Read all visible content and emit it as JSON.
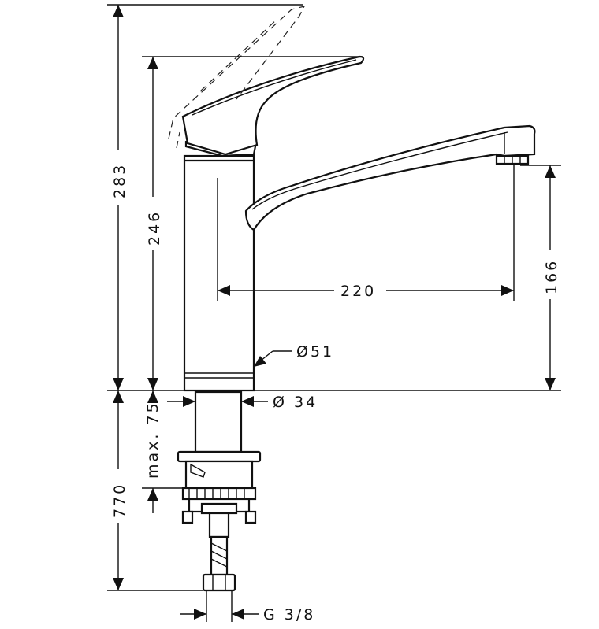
{
  "dimensions": {
    "total_height": "283",
    "lever_height": "246",
    "spout_reach": "220",
    "spout_height": "166",
    "body_diameter": "Ø51",
    "shank_diameter": "Ø 34",
    "max_deck_thickness": "max. 75",
    "hose_length": "770",
    "connection_thread": "G 3/8"
  },
  "icons": [
    "arrow-head",
    "dashed-lever-open-position"
  ]
}
